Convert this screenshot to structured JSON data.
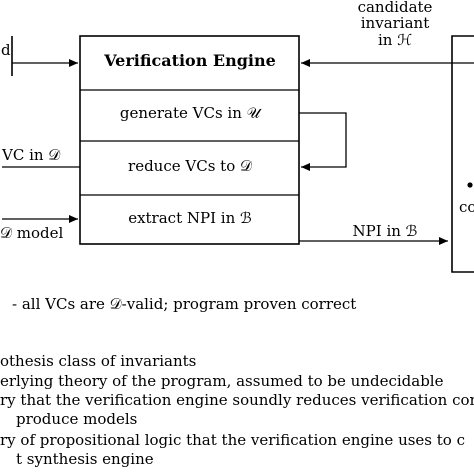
{
  "engine": {
    "title": "Verification Engine",
    "rows": [
      "generate VCs in 𝒰",
      "reduce VCs to 𝒟",
      "extract NPI in ℬ"
    ]
  },
  "left_inputs": {
    "top_fragment": "d",
    "middle": "VC in 𝒟",
    "bottom": "𝒟 model"
  },
  "right_inputs": {
    "candidate_label": [
      "candidate",
      "invariant",
      "in ℋ"
    ],
    "npi_label": "NPI in ℬ",
    "box_fragment": "co"
  },
  "outcome": "- all VCs are 𝒟-valid; program proven correct",
  "legend": [
    "othesis class of invariants",
    "erlying theory of the program, assumed to be undecidable",
    "ry that the verification engine soundly reduces verification cond",
    "produce models",
    "ry of propositional logic that the verification engine uses to c",
    "t synthesis engine"
  ]
}
